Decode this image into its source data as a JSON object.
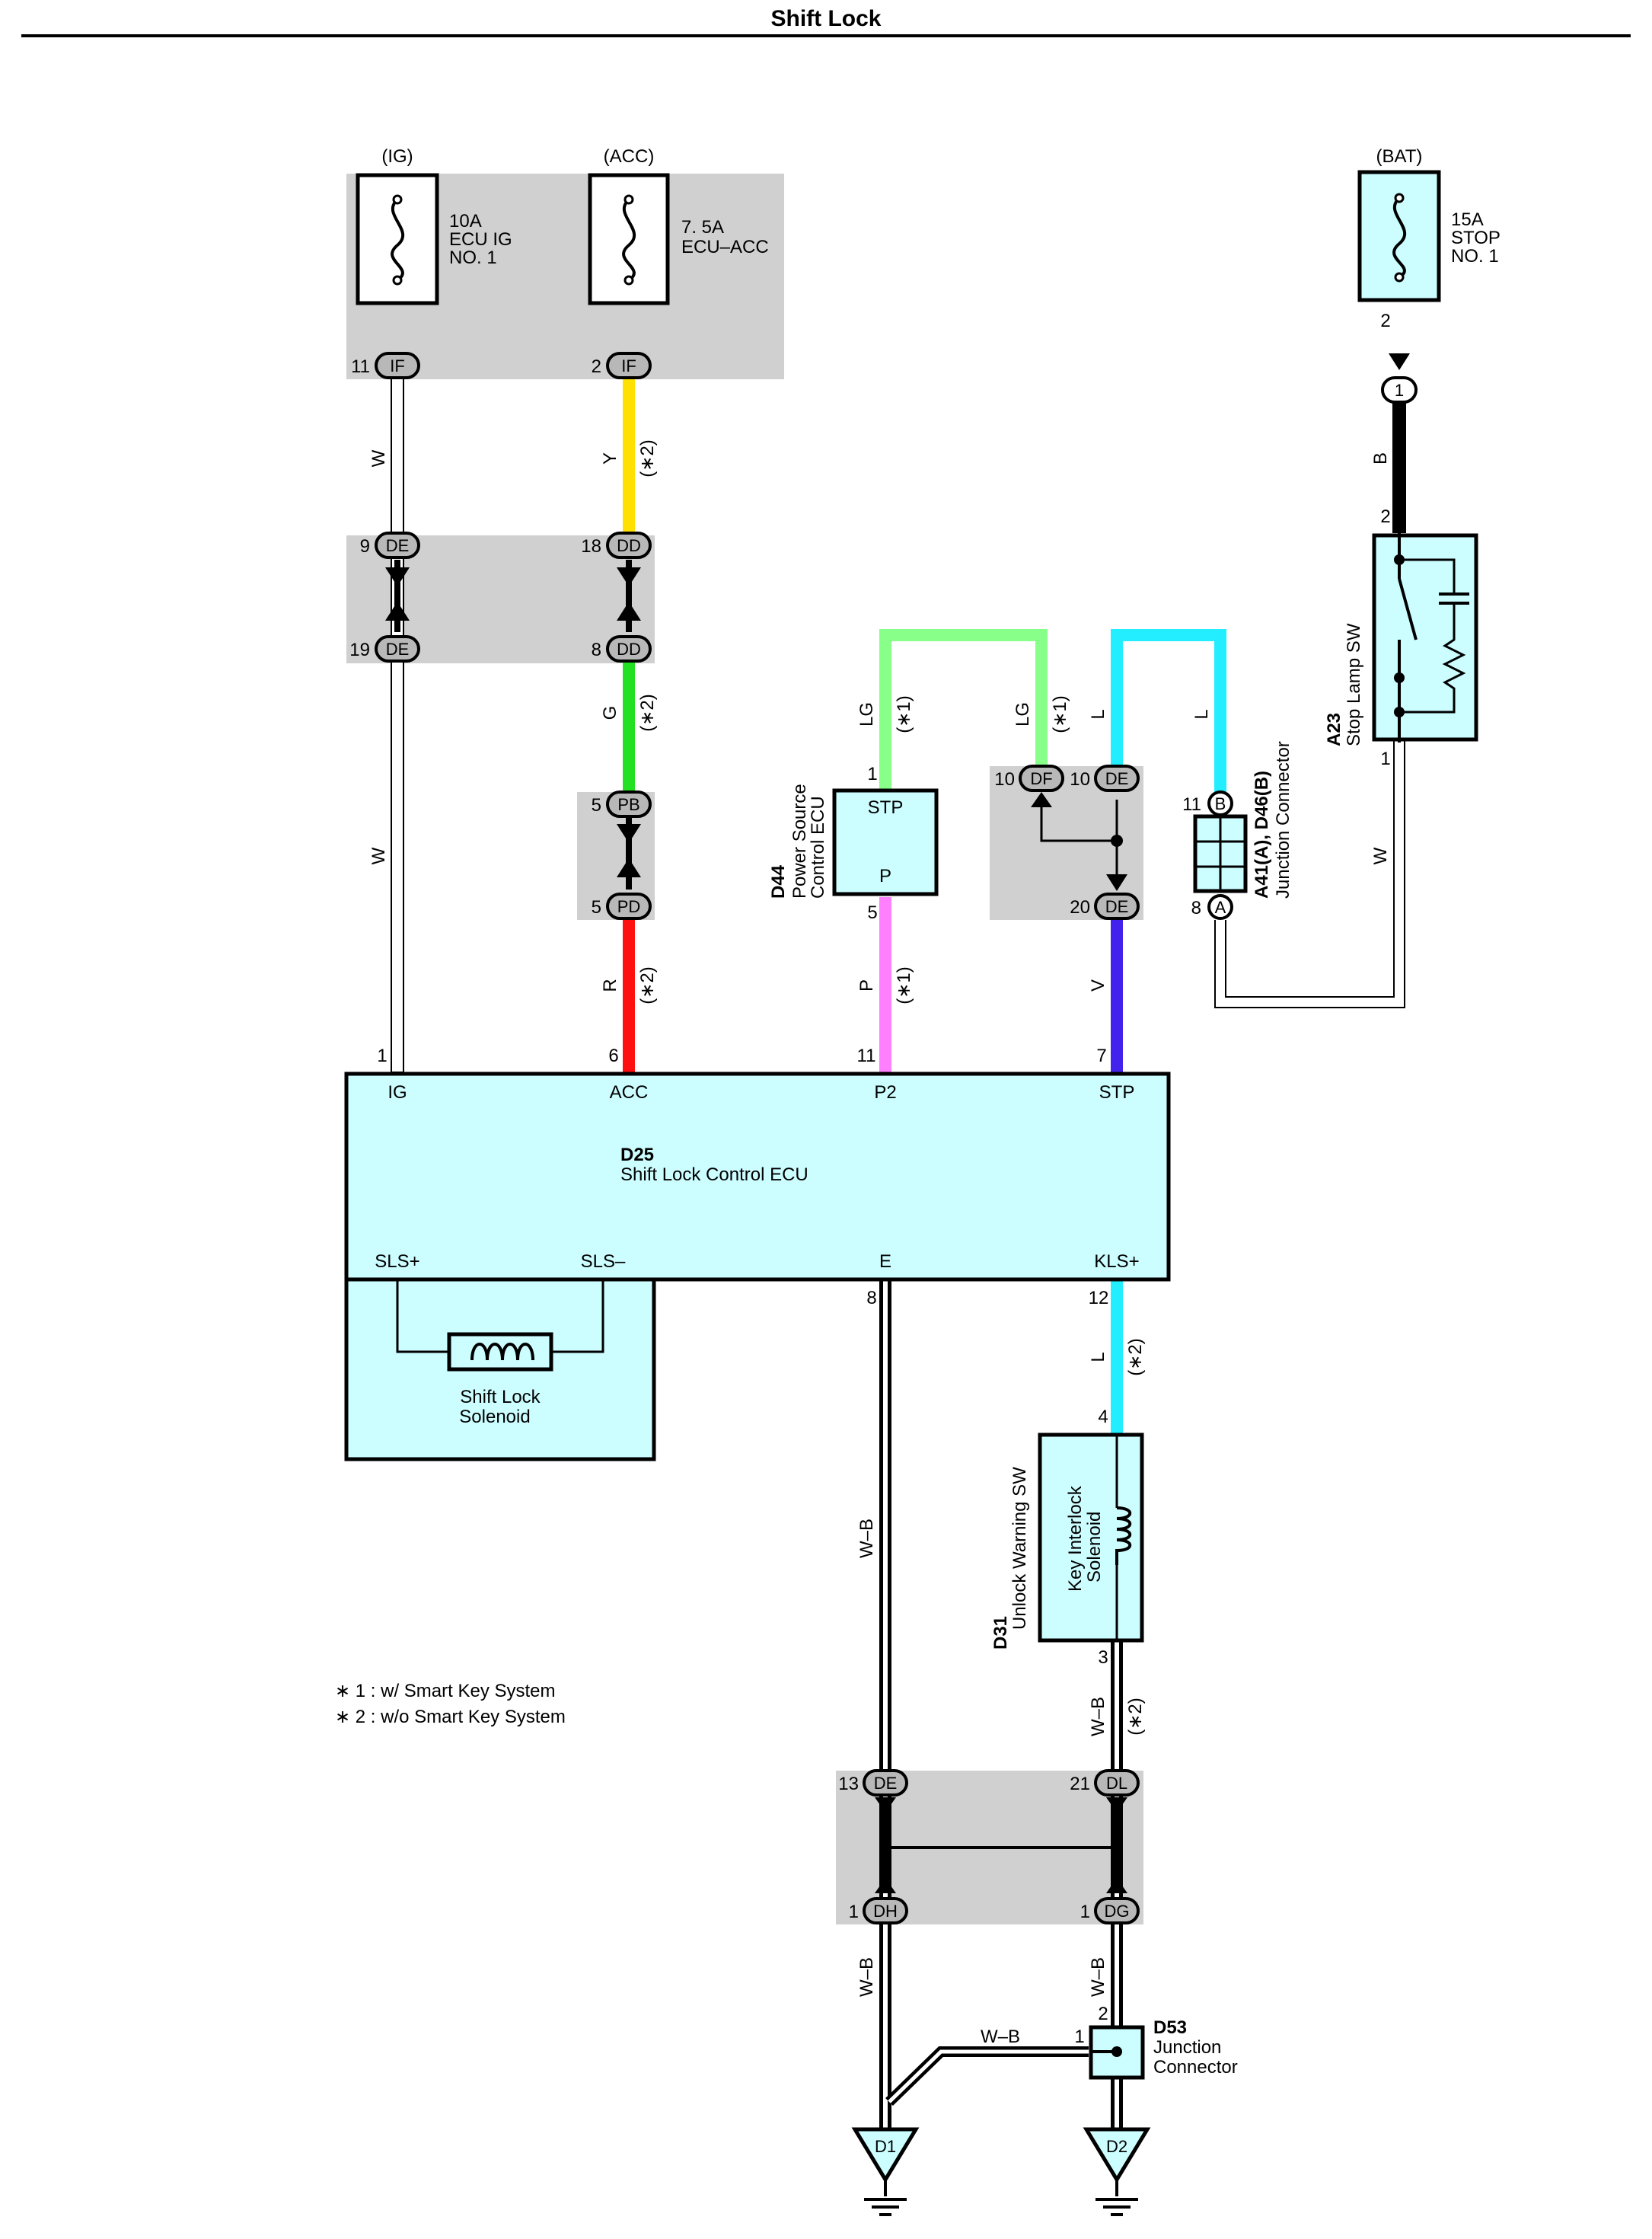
{
  "title": "Shift Lock",
  "power": {
    "ig": "(IG)",
    "acc": "(ACC)",
    "bat": "(BAT)"
  },
  "fuses": {
    "ecu_ig": [
      "10A",
      "ECU IG",
      "NO. 1"
    ],
    "ecu_acc": [
      "7. 5A",
      "ECU–ACC"
    ],
    "stop": [
      "15A",
      "STOP",
      "NO. 1"
    ]
  },
  "connectors": {
    "if_left": {
      "pin": "11",
      "id": "IF"
    },
    "if_right": {
      "pin": "2",
      "id": "IF"
    },
    "de_9": {
      "pin": "9",
      "id": "DE"
    },
    "de_19": {
      "pin": "19",
      "id": "DE"
    },
    "dd_18": {
      "pin": "18",
      "id": "DD"
    },
    "dd_8": {
      "pin": "8",
      "id": "DD"
    },
    "pb_5": {
      "pin": "5",
      "id": "PB"
    },
    "pd_5": {
      "pin": "5",
      "id": "PD"
    },
    "df_10": {
      "pin": "10",
      "id": "DF"
    },
    "de_10": {
      "pin": "10",
      "id": "DE"
    },
    "de_20": {
      "pin": "20",
      "id": "DE"
    },
    "jb_b": {
      "pin": "11",
      "id": "B"
    },
    "jb_a": {
      "pin": "8",
      "id": "A"
    },
    "bat_1": {
      "pin": "",
      "id": "1"
    },
    "de_13": {
      "pin": "13",
      "id": "DE"
    },
    "dl_21": {
      "pin": "21",
      "id": "DL"
    },
    "dh_1": {
      "pin": "1",
      "id": "DH"
    },
    "dg_1": {
      "pin": "1",
      "id": "DG"
    }
  },
  "wires": {
    "w": "W",
    "y": "Y",
    "g": "G",
    "r": "R",
    "lg": "LG",
    "p": "P",
    "l": "L",
    "v": "V",
    "b": "B",
    "wb": "W–B",
    "n1": "(∗1)",
    "n2": "(∗2)"
  },
  "pins": {
    "fuse_stop_2": "2",
    "stop_sw_2": "2",
    "stop_sw_1": "1",
    "d44_1": "1",
    "d44_5": "5",
    "d25_1": "1",
    "d25_6": "6",
    "d25_11": "11",
    "d25_7": "7",
    "d25_8": "8",
    "d25_12": "12",
    "d31_4": "4",
    "d31_3": "3",
    "d53_2": "2",
    "d53_1": "1"
  },
  "d44": {
    "code": "D44",
    "name_1": "Power Source",
    "name_2": "Control ECU",
    "stp": "STP",
    "p": "P"
  },
  "a41": {
    "code": "A41(A), D46(B)",
    "name": "Junction Connector"
  },
  "a23": {
    "code": "A23",
    "name": "Stop Lamp SW"
  },
  "d25": {
    "code": "D25",
    "name": "Shift Lock Control ECU",
    "ig": "IG",
    "acc": "ACC",
    "p2": "P2",
    "stp": "STP",
    "sls_plus": "SLS+",
    "sls_minus": "SLS–",
    "e": "E",
    "kls_plus": "KLS+"
  },
  "solenoid": {
    "line1": "Shift Lock",
    "line2": "Solenoid"
  },
  "d31": {
    "code": "D31",
    "name": "Unlock Warning SW",
    "inner_1": "Key Interlock",
    "inner_2": "Solenoid"
  },
  "d53": {
    "code": "D53",
    "name_1": "Junction",
    "name_2": "Connector"
  },
  "grounds": {
    "d1": "D1",
    "d2": "D2"
  },
  "notes": [
    "∗ 1 : w/ Smart Key System",
    "∗ 2 : w/o Smart Key System"
  ],
  "colors": {
    "yellow": "#ffe000",
    "green": "#22e022",
    "red": "#ff1010",
    "lightgreen": "#88ff88",
    "pink": "#ff80ff",
    "cyan": "#22eeff",
    "violet": "#4422ee",
    "component": "#ccfdff",
    "shade": "#d0d0d0"
  }
}
